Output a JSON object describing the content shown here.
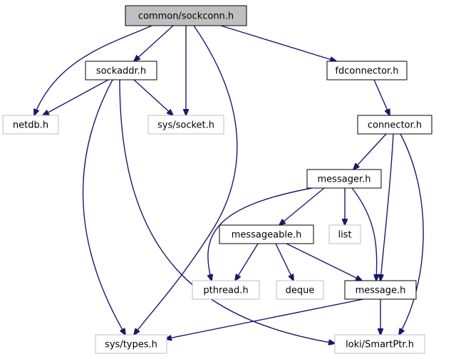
{
  "colors": {
    "edge": "#191970",
    "node_border_main": "#000000",
    "node_border_external": "#bfbfbf",
    "node_fill": "#ffffff",
    "node_fill_root": "#bfbfbf",
    "text_main": "#000000",
    "text_external": "#000000"
  },
  "nodes": {
    "sockconn": {
      "label": "common/sockconn.h",
      "kind": "root"
    },
    "sockaddr": {
      "label": "sockaddr.h",
      "kind": "documented"
    },
    "fdconnector": {
      "label": "fdconnector.h",
      "kind": "documented"
    },
    "netdb": {
      "label": "netdb.h",
      "kind": "external"
    },
    "syssocket": {
      "label": "sys/socket.h",
      "kind": "external"
    },
    "connector": {
      "label": "connector.h",
      "kind": "documented"
    },
    "messager": {
      "label": "messager.h",
      "kind": "documented"
    },
    "messageable": {
      "label": "messageable.h",
      "kind": "documented"
    },
    "list": {
      "label": "list",
      "kind": "external"
    },
    "pthread": {
      "label": "pthread.h",
      "kind": "external"
    },
    "deque": {
      "label": "deque",
      "kind": "external"
    },
    "message": {
      "label": "message.h",
      "kind": "documented"
    },
    "systypes": {
      "label": "sys/types.h",
      "kind": "external"
    },
    "smartptr": {
      "label": "loki/SmartPtr.h",
      "kind": "external"
    }
  },
  "edges": [
    {
      "from": "sockconn",
      "to": "netdb"
    },
    {
      "from": "sockconn",
      "to": "sockaddr"
    },
    {
      "from": "sockconn",
      "to": "syssocket"
    },
    {
      "from": "sockconn",
      "to": "fdconnector"
    },
    {
      "from": "sockconn",
      "to": "systypes"
    },
    {
      "from": "sockaddr",
      "to": "netdb"
    },
    {
      "from": "sockaddr",
      "to": "syssocket"
    },
    {
      "from": "sockaddr",
      "to": "systypes"
    },
    {
      "from": "sockaddr",
      "to": "smartptr"
    },
    {
      "from": "fdconnector",
      "to": "connector"
    },
    {
      "from": "connector",
      "to": "messager"
    },
    {
      "from": "connector",
      "to": "message"
    },
    {
      "from": "connector",
      "to": "smartptr"
    },
    {
      "from": "messager",
      "to": "messageable"
    },
    {
      "from": "messager",
      "to": "list"
    },
    {
      "from": "messager",
      "to": "pthread"
    },
    {
      "from": "messager",
      "to": "message"
    },
    {
      "from": "messageable",
      "to": "pthread"
    },
    {
      "from": "messageable",
      "to": "deque"
    },
    {
      "from": "messageable",
      "to": "message"
    },
    {
      "from": "message",
      "to": "systypes"
    },
    {
      "from": "message",
      "to": "smartptr"
    }
  ]
}
